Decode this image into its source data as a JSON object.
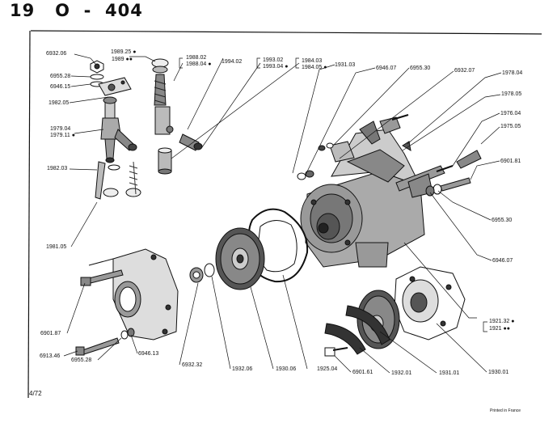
{
  "header": {
    "group": "19",
    "sub": "O",
    "dash": "-",
    "model": "404"
  },
  "labels": {
    "l693206": "6932.06",
    "l695528a": "6955.28",
    "l694615": "6946.15",
    "l198205": "1982.05",
    "l197904": "1979.04",
    "l197911": "1979.11 ●",
    "l198203": "1982.03",
    "l198105": "1981.05",
    "l198925": "1989.25 ●",
    "l1989": "1989 ●●",
    "l198802": "1988.02",
    "l198804": "1988.04 ●",
    "l199402": "1994.02",
    "l199302": "1993.02",
    "l199304": "1993.04 ●",
    "l198403": "1984.03",
    "l198405": "1984.05 ●",
    "l193103": "1931.03",
    "l694607a": "6946.07",
    "l695530a": "6955.30",
    "l693207": "6932.07",
    "l197804": "1978.04",
    "l197805": "1978.05",
    "l197604": "1976.04",
    "l197505": "1975.05",
    "l690181": "6901.81",
    "l695530b": "6955.30",
    "l694607b": "6946.07",
    "l192132": "1921.32 ●",
    "l1921": "1921 ●●",
    "l690187": "6901.87",
    "l691346": "6913.46",
    "l695528b": "6955.28",
    "l694613": "6946.13",
    "l693232": "6932.32",
    "l193206": "1932.06",
    "l193006": "1930.06",
    "l192504": "1925.04",
    "l690161": "6901.61",
    "l193201": "1932.01",
    "l193101": "1931.01",
    "l193001": "1930.01"
  },
  "footer": {
    "page": "4/72",
    "printed": "Printed in France"
  }
}
